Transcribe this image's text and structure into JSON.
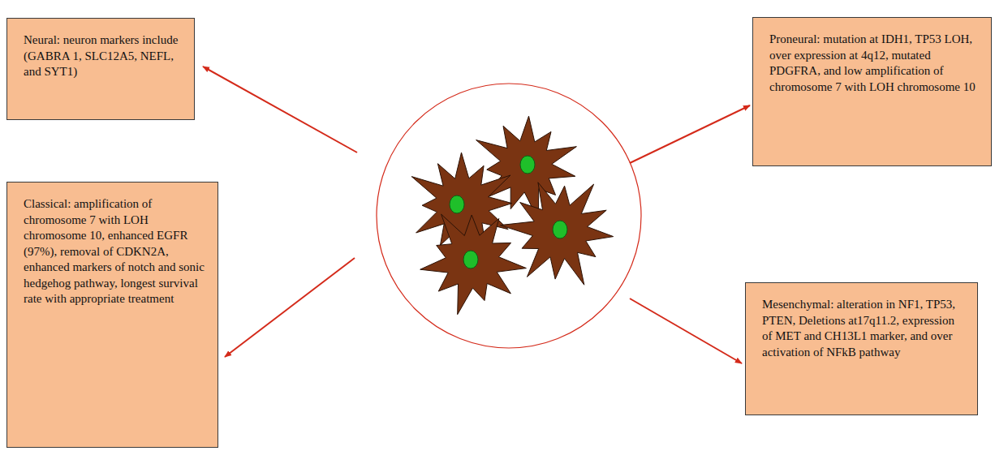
{
  "diagram": {
    "nodes": [
      {
        "text": [
          "Neural: neuron markers include (GABRA 1, SLC12A5, NEFL, and SYT1)"
        ]
      },
      {
        "text": [
          "Proneural: mutation at IDH1, TP53 LOH, over expression at 4q12, mutated PDGFRA, and low amplification of chromosome 7 with LOH chromosome 10"
        ]
      },
      {
        "text": [
          "Classical: amplification of chromosome 7 with LOH chromosome 10, enhanced EGFR (97%), removal of CDKN2A, enhanced markers of notch and sonic hedgehog pathway, longest survival rate with appropriate treatment"
        ]
      },
      {
        "text": [
          "Mesenchymal: alteration in NF1, TP53, PTEN, Deletions at17q11.2, expression of MET and CH13L1 marker, and over activation of NFkB pathway"
        ]
      }
    ]
  }
}
